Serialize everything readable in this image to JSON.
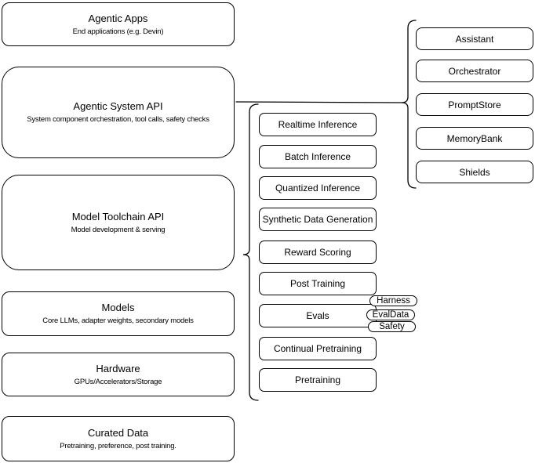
{
  "canvas": {
    "background": "#ffffff",
    "stroke_color": "#000000",
    "node_fill": "#ffffff"
  },
  "stack": {
    "items": [
      {
        "title": "Agentic Apps",
        "subtitle": "End applications (e.g. Devin)"
      },
      {
        "title": "Agentic System API",
        "subtitle": "System component orchestration, tool calls, safety checks"
      },
      {
        "title": "Model Toolchain API",
        "subtitle": "Model development & serving"
      },
      {
        "title": "Models",
        "subtitle": "Core LLMs, adapter weights, secondary models"
      },
      {
        "title": "Hardware",
        "subtitle": "GPUs/Accelerators/Storage"
      },
      {
        "title": "Curated Data",
        "subtitle": "Pretraining, preference, post training."
      }
    ]
  },
  "toolchain": {
    "items": [
      "Realtime Inference",
      "Batch Inference",
      "Quantized Inference",
      "Synthetic Data Generation",
      "Reward Scoring",
      "Post Training",
      "Evals",
      "Continual Pretraining",
      "Pretraining"
    ]
  },
  "eval_tags": {
    "items": [
      "Harness",
      "EvalData",
      "Safety"
    ]
  },
  "system_components": {
    "items": [
      "Assistant",
      "Orchestrator",
      "PromptStore",
      "MemoryBank",
      "Shields"
    ]
  }
}
